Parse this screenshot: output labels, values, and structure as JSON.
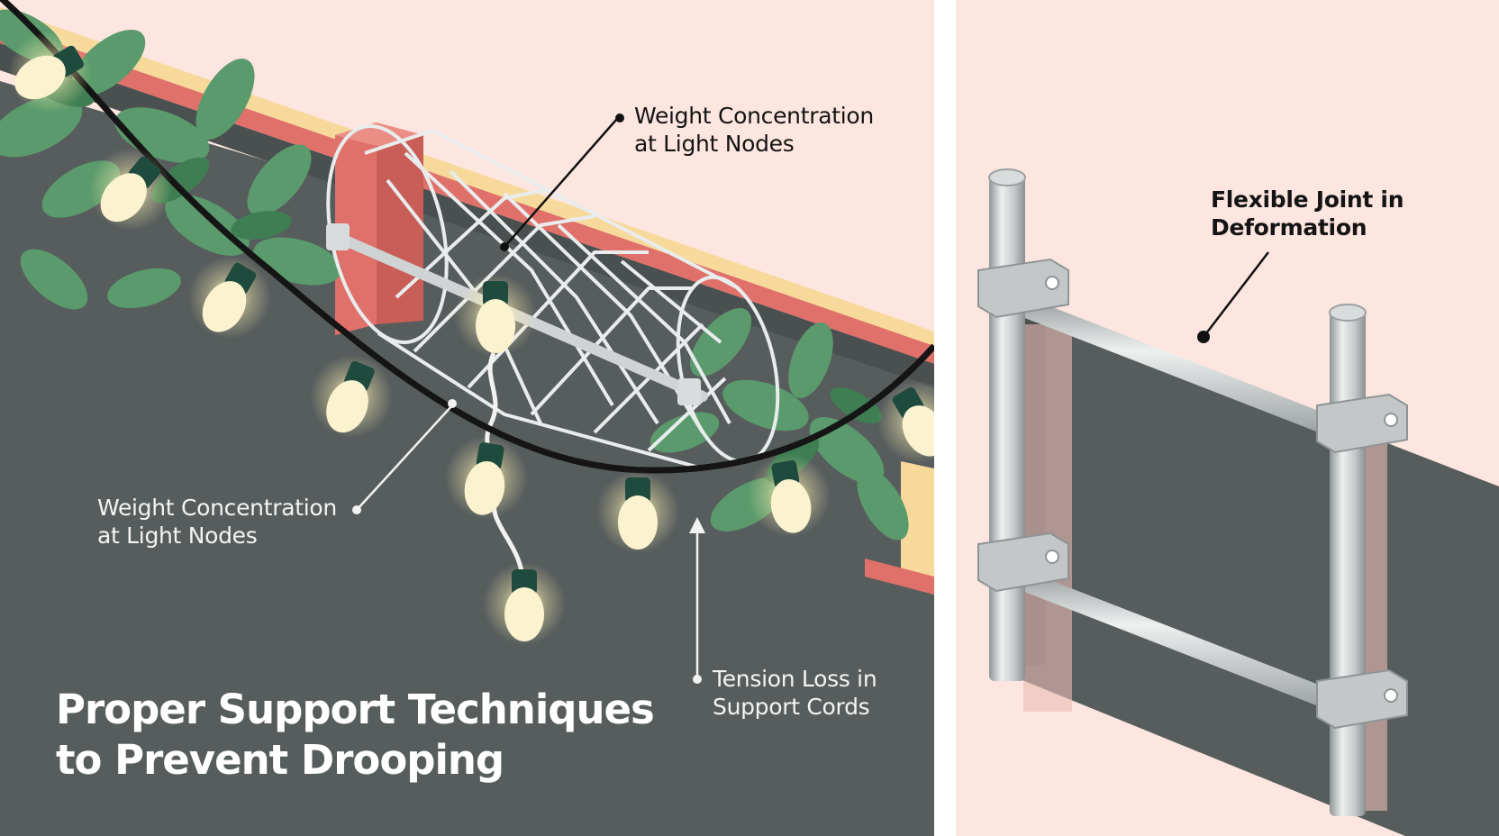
{
  "title": {
    "line1": "Proper Support Techniques",
    "line2": "to Prevent Drooping"
  },
  "callouts": {
    "weight_top": {
      "line1": "Weight Concentration",
      "line2": "at Light Nodes"
    },
    "weight_left": {
      "line1": "Weight Concentration",
      "line2": "at Light Nodes"
    },
    "tension": {
      "line1": "Tension Loss in",
      "line2": "Support Cords"
    },
    "joint": {
      "line1": "Flexible Joint in",
      "line2": "Deformation"
    }
  },
  "colors": {
    "background": "#fde6df",
    "wall": "#575d5d",
    "cap_red": "#e0716a",
    "cap_yellow": "#f7d99c",
    "foliage": "#5a9a6c",
    "bulb": "#fbf3cf",
    "socket": "#1f4a3e",
    "wire": "#151515",
    "metal": "#bfc3c4"
  }
}
